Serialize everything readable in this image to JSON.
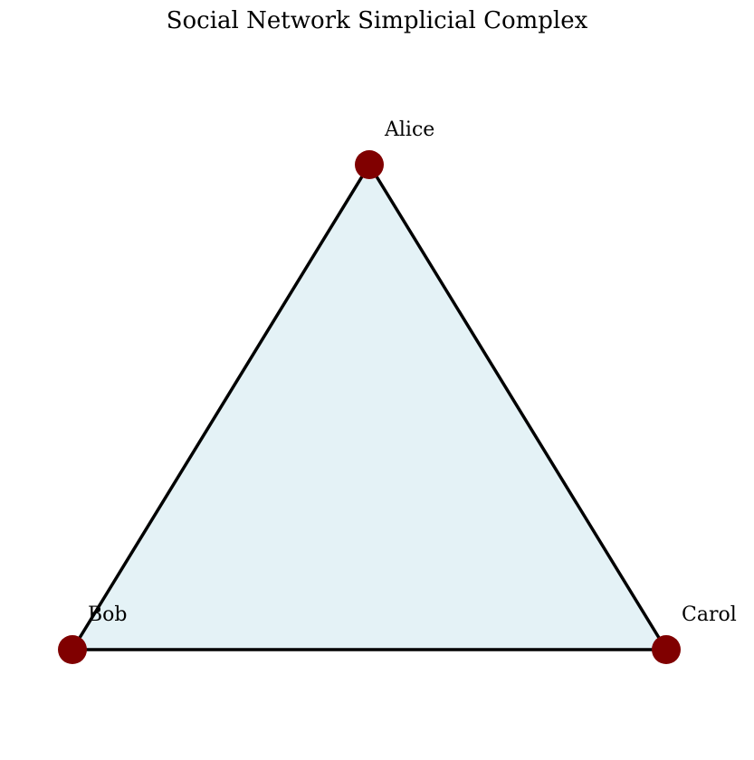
{
  "diagram": {
    "title": "Social Network Simplicial Complex",
    "colors": {
      "face": "#e4f2f6",
      "edge": "#000000",
      "node": "#800000"
    },
    "nodes": [
      {
        "id": "alice",
        "label": "Alice"
      },
      {
        "id": "bob",
        "label": "Bob"
      },
      {
        "id": "carol",
        "label": "Carol"
      }
    ],
    "edges": [
      {
        "from": "alice",
        "to": "bob"
      },
      {
        "from": "bob",
        "to": "carol"
      },
      {
        "from": "carol",
        "to": "alice"
      }
    ],
    "faces": [
      {
        "vertices": [
          "alice",
          "bob",
          "carol"
        ]
      }
    ]
  }
}
